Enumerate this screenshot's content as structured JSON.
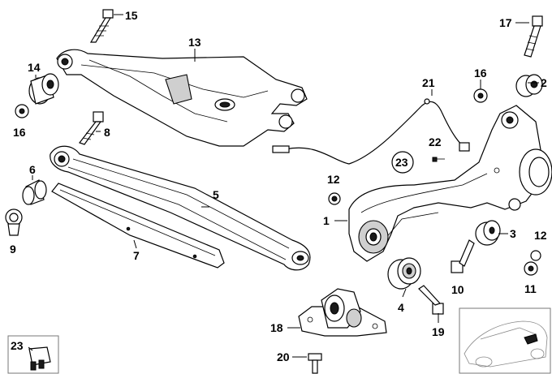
{
  "diagram": {
    "callouts": [
      {
        "id": "c1",
        "text": "1"
      },
      {
        "id": "c2",
        "text": "2"
      },
      {
        "id": "c3",
        "text": "3"
      },
      {
        "id": "c4",
        "text": "4"
      },
      {
        "id": "c5",
        "text": "5"
      },
      {
        "id": "c6",
        "text": "6"
      },
      {
        "id": "c7",
        "text": "7"
      },
      {
        "id": "c8",
        "text": "8"
      },
      {
        "id": "c9",
        "text": "9"
      },
      {
        "id": "c10",
        "text": "10"
      },
      {
        "id": "c11",
        "text": "11"
      },
      {
        "id": "c12a",
        "text": "12"
      },
      {
        "id": "c12b",
        "text": "12"
      },
      {
        "id": "c13",
        "text": "13"
      },
      {
        "id": "c14",
        "text": "14"
      },
      {
        "id": "c15",
        "text": "15"
      },
      {
        "id": "c16a",
        "text": "16"
      },
      {
        "id": "c16b",
        "text": "16"
      },
      {
        "id": "c17",
        "text": "17"
      },
      {
        "id": "c18",
        "text": "18"
      },
      {
        "id": "c19",
        "text": "19"
      },
      {
        "id": "c20",
        "text": "20"
      },
      {
        "id": "c21",
        "text": "21"
      },
      {
        "id": "c22",
        "text": "22"
      },
      {
        "id": "c23a",
        "text": "23"
      },
      {
        "id": "c23b",
        "text": "23"
      }
    ]
  }
}
